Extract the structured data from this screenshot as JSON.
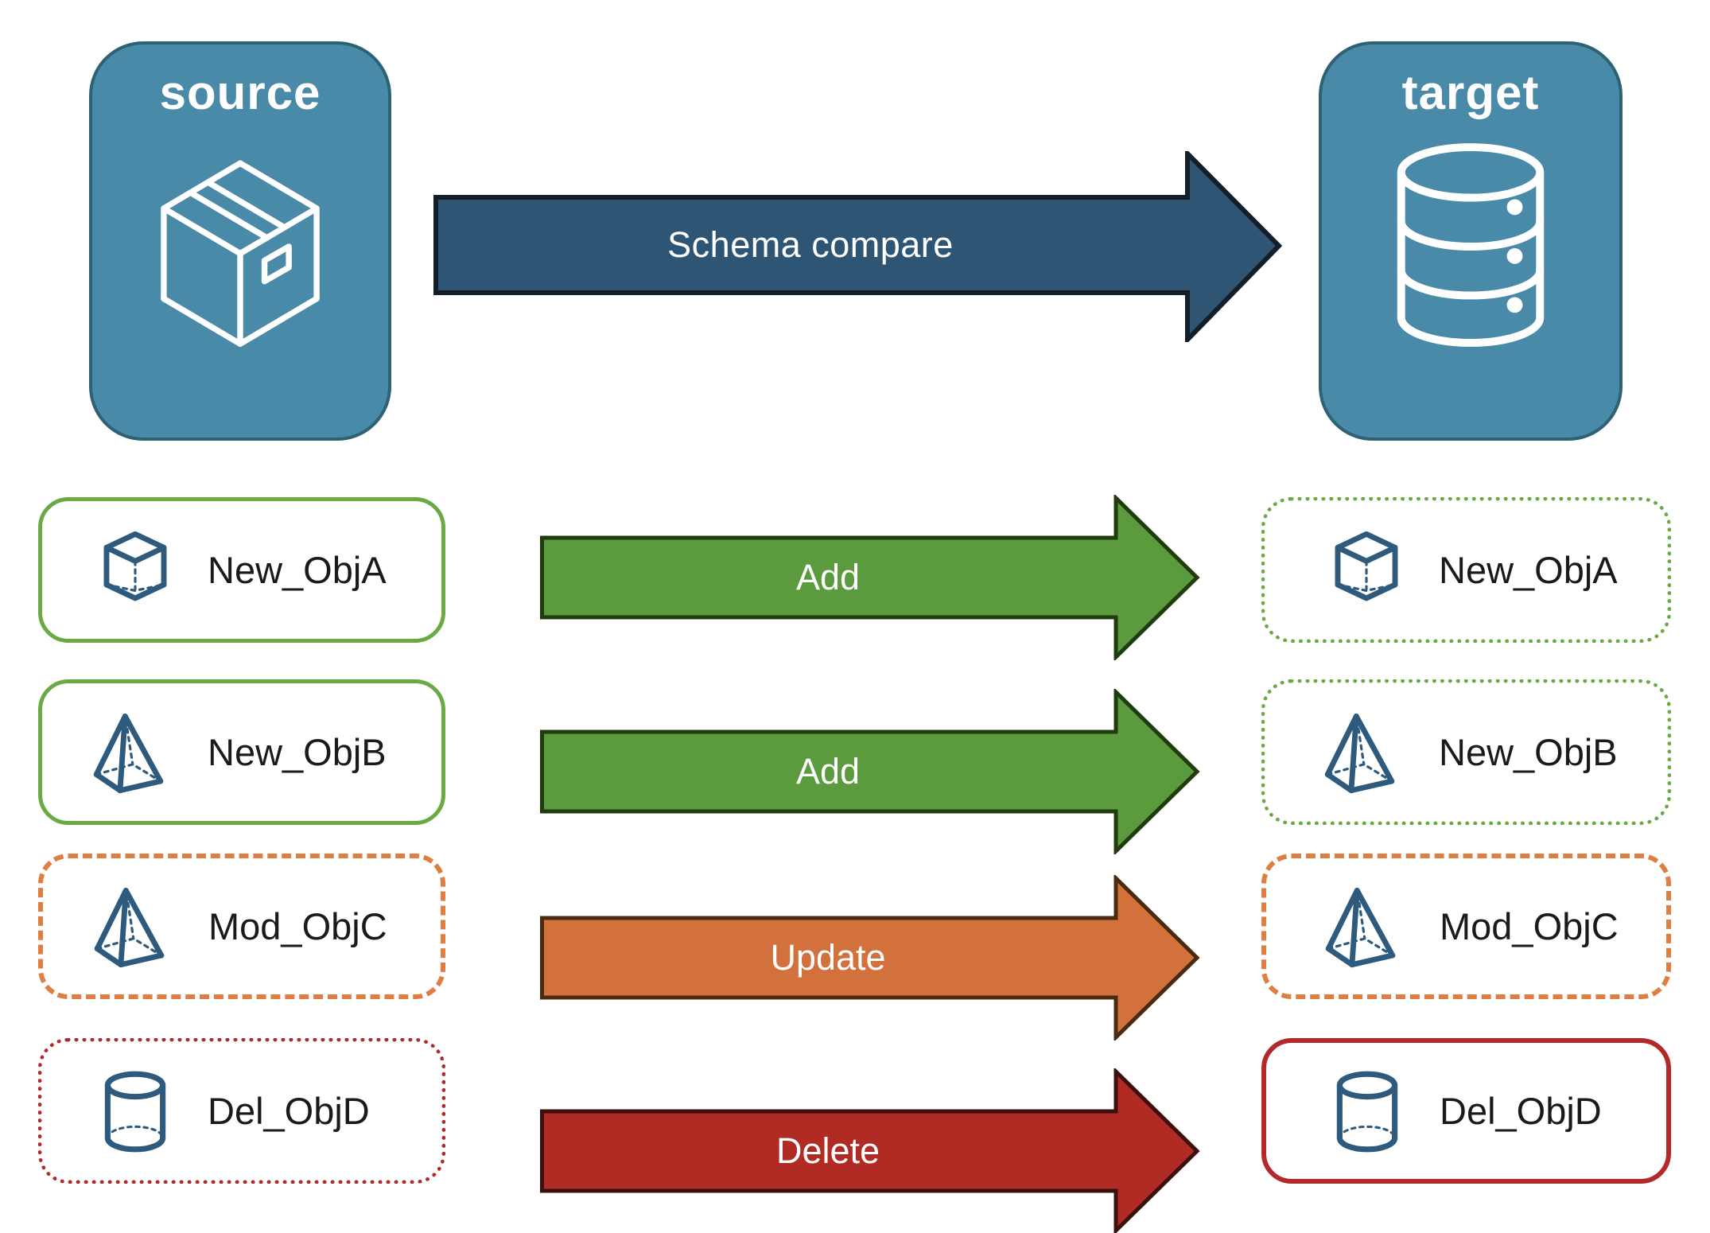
{
  "source_panel": {
    "title": "source",
    "icon": "package-box-icon"
  },
  "target_panel": {
    "title": "target",
    "icon": "database-icon"
  },
  "schema_arrow": {
    "label": "Schema compare",
    "fill": "#2e5574",
    "border_color": "#141e29",
    "text_color": "#ffffff"
  },
  "rows": [
    {
      "left": {
        "label": "New_ObjA",
        "icon": "cube-icon",
        "border_style": "solid green"
      },
      "arrow": {
        "label": "Add",
        "fill": "#5b9b3d",
        "border_color": "#203c0e"
      },
      "right": {
        "label": "New_ObjA",
        "icon": "cube-icon",
        "border_style": "dotted green"
      }
    },
    {
      "left": {
        "label": "New_ObjB",
        "icon": "pyramid-icon",
        "border_style": "solid green"
      },
      "arrow": {
        "label": "Add",
        "fill": "#5b9b3d",
        "border_color": "#203c0e"
      },
      "right": {
        "label": "New_ObjB",
        "icon": "pyramid-icon",
        "border_style": "dotted green"
      }
    },
    {
      "left": {
        "label": "Mod_ObjC",
        "icon": "pyramid-icon",
        "border_style": "dashed orange"
      },
      "arrow": {
        "label": "Update",
        "fill": "#d2713c",
        "border_color": "#4a2a10"
      },
      "right": {
        "label": "Mod_ObjC",
        "icon": "pyramid-icon",
        "border_style": "dashed orange"
      }
    },
    {
      "left": {
        "label": "Del_ObjD",
        "icon": "cylinder-icon",
        "border_style": "dotted red"
      },
      "arrow": {
        "label": "Delete",
        "fill": "#b12b25",
        "border_color": "#3c100e"
      },
      "right": {
        "label": "Del_ObjD",
        "icon": "cylinder-icon",
        "border_style": "solid red"
      }
    }
  ],
  "colors": {
    "panel_blue": "#4a8aa9",
    "panel_border": "#2f6175",
    "schema_arrow_blue": "#2e5574",
    "add_green": "#5b9b3d",
    "update_orange": "#d2713c",
    "delete_red": "#b12b25",
    "green_border": "#6aaa45",
    "orange_border": "#dd7e42",
    "red_border": "#b3292a",
    "icon_blue": "#2e5b7d",
    "label_text": "#1a1a1a"
  }
}
